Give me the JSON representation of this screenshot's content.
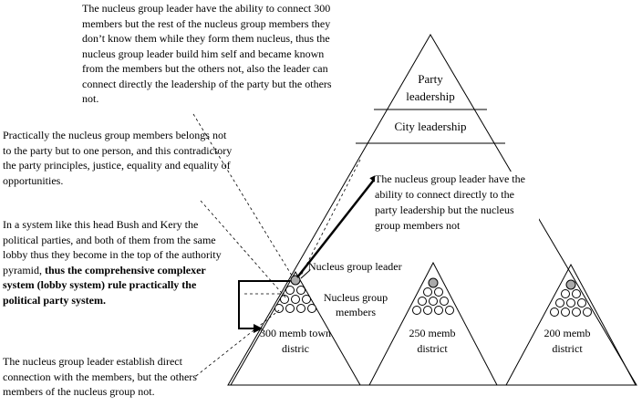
{
  "notes": {
    "leader_ability": "The nucleus group leader have the ability to connect 300 members but the rest of the nucleus group members they don’t know them while they form them nucleus, thus the nucleus group leader build him self and became known from the members but the others not, also the leader can connect directly the leadership of the party but the others not.",
    "members_belong": "Practically the nucleus group members belongs not to the party but to one person, and this contradictory the party principles, justice, equality and equality of opportunities.",
    "bush_kery_plain": "In a system like this head Bush and Kery  the political parties, and both of them from the same lobby thus they become in the top of the authority pyramid, ",
    "bush_kery_bold": "thus the comprehensive complexer system (lobby system) rule practically the political party system.",
    "direct_connection": "The nucleus group leader establish direct connection with the members, but the others members of the nucleus group not.",
    "leader_connect_leadership": "The nucleus group leader have the ability to connect directly to the party leadership but the nucleus group members not"
  },
  "pyramid": {
    "party_leadership": "Party leadership",
    "city_leadership": "City leadership"
  },
  "labels": {
    "nucleus_group_leader": "Nucleus group leader",
    "nucleus_group_members": "Nucleus group members"
  },
  "districts": [
    {
      "label": "300 memb town distric"
    },
    {
      "label": "250 memb district"
    },
    {
      "label": "200 memb district"
    }
  ]
}
